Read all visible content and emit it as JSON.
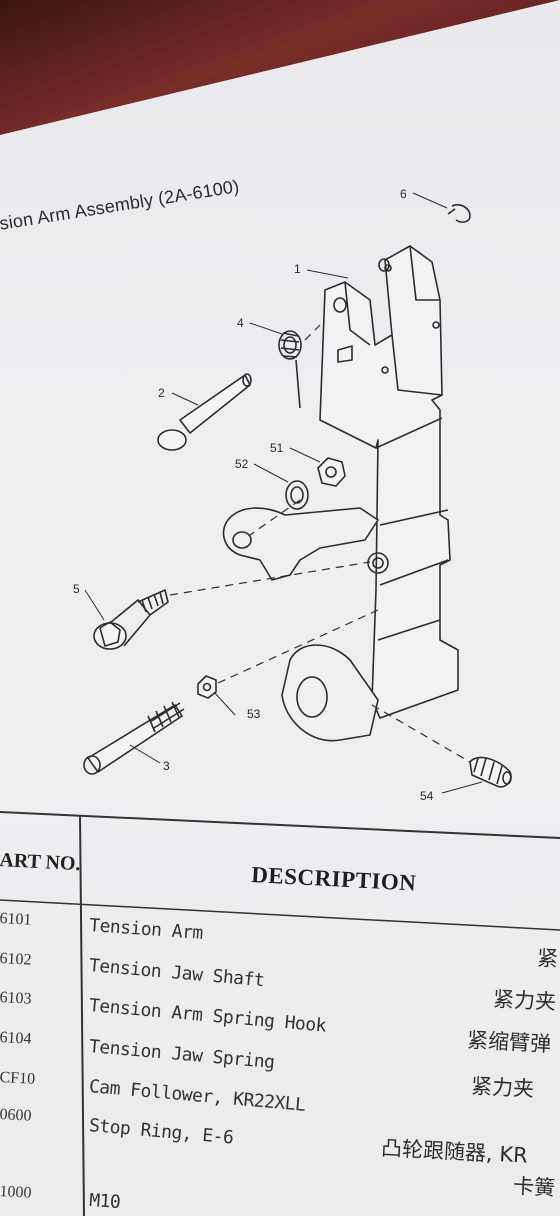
{
  "document": {
    "title": "sion Arm Assembly (2A-6100)",
    "table": {
      "col_part_no": "ART NO.",
      "col_description": "DESCRIPTION",
      "rows": [
        {
          "part_no": "6101",
          "description": "Tension Arm",
          "cn": "紧"
        },
        {
          "part_no": "6102",
          "description": "Tension Jaw Shaft",
          "cn": "紧力夹"
        },
        {
          "part_no": "6103",
          "description": "Tension Arm Spring Hook",
          "cn": "紧缩臂弹"
        },
        {
          "part_no": "6104",
          "description": "Tension Jaw Spring",
          "cn": "紧力夹"
        },
        {
          "part_no": "CF10",
          "description": "Cam Follower, KR22XLL",
          "cn": "凸轮跟随器, KR"
        },
        {
          "part_no": "0600",
          "description": "Stop Ring, E-6",
          "cn": "卡簧"
        },
        {
          "part_no": "1000",
          "description": "M10",
          "cn": ""
        }
      ]
    }
  },
  "diagram": {
    "callouts": [
      "6",
      "1",
      "4",
      "2",
      "51",
      "52",
      "5",
      "53",
      "3",
      "54"
    ]
  }
}
